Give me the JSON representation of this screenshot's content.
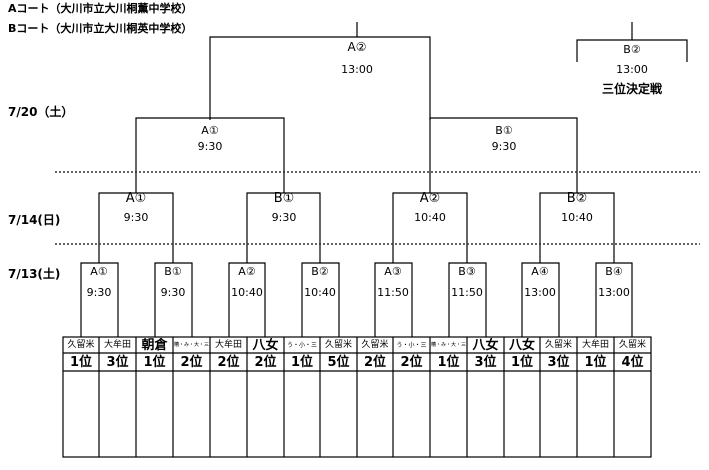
{
  "courts": {
    "a": "Aコート（大川市立大川桐薫中学校）",
    "b": "Bコート（大川市立大川桐英中学校）"
  },
  "dates": {
    "d720": "7/20（土）",
    "d714": "7/14(日)",
    "d713": "7/13(土)"
  },
  "final": {
    "court": "A②",
    "time": "13:00"
  },
  "third_place": {
    "court": "B②",
    "time": "13:00",
    "label": "三位決定戦"
  },
  "semifinals": [
    {
      "court": "A①",
      "time": "9:30"
    },
    {
      "court": "B①",
      "time": "9:30"
    }
  ],
  "quarterfinals": [
    {
      "court": "A①",
      "time": "9:30"
    },
    {
      "court": "B①",
      "time": "9:30"
    },
    {
      "court": "A②",
      "time": "10:40"
    },
    {
      "court": "B②",
      "time": "10:40"
    }
  ],
  "first_round": [
    {
      "court": "A①",
      "time": "9:30"
    },
    {
      "court": "B①",
      "time": "9:30"
    },
    {
      "court": "A②",
      "time": "10:40"
    },
    {
      "court": "B②",
      "time": "10:40"
    },
    {
      "court": "A③",
      "time": "11:50"
    },
    {
      "court": "B③",
      "time": "11:50"
    },
    {
      "court": "A④",
      "time": "13:00"
    },
    {
      "court": "B④",
      "time": "13:00"
    }
  ],
  "teams": [
    {
      "name": "久留米",
      "rank": "1位"
    },
    {
      "name": "大牟田",
      "rank": "3位"
    },
    {
      "name": "朝倉",
      "rank": "1位"
    },
    {
      "name": "糟・み・大・三",
      "rank": "2位"
    },
    {
      "name": "大牟田",
      "rank": "2位"
    },
    {
      "name": "八女",
      "rank": "2位"
    },
    {
      "name": "う・小・三",
      "rank": "1位"
    },
    {
      "name": "久留米",
      "rank": "5位"
    },
    {
      "name": "久留米",
      "rank": "2位"
    },
    {
      "name": "う・小・三",
      "rank": "2位"
    },
    {
      "name": "糟・み・大・三",
      "rank": "1位"
    },
    {
      "name": "八女",
      "rank": "3位"
    },
    {
      "name": "八女",
      "rank": "1位"
    },
    {
      "name": "久留米",
      "rank": "3位"
    },
    {
      "name": "大牟田",
      "rank": "1位"
    },
    {
      "name": "久留米",
      "rank": "4位"
    }
  ]
}
